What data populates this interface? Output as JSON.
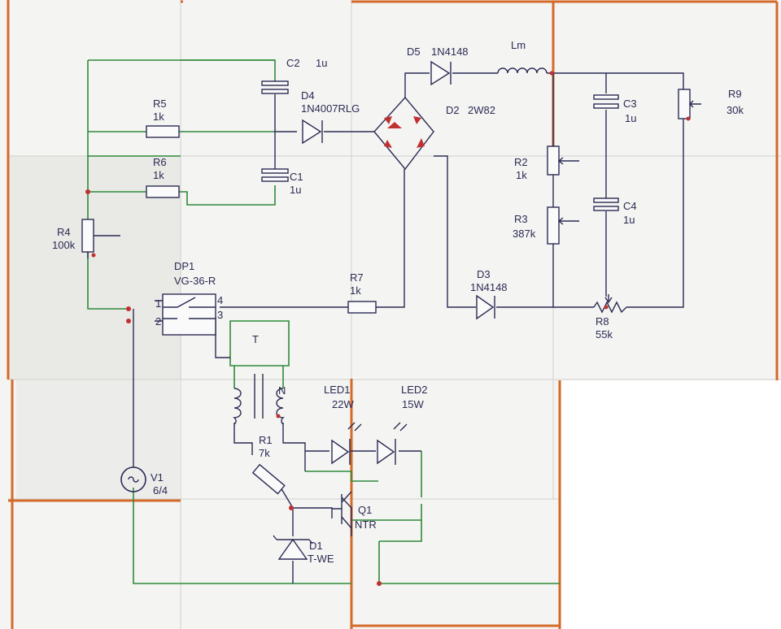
{
  "colors": {
    "frame": "#d46a2a",
    "wire_green": "#2f8a3a",
    "wire_dark": "#2b2b55",
    "diode_red": "#c03030"
  },
  "components": {
    "c2": {
      "name": "C2",
      "value": "1u"
    },
    "d5": {
      "name": "D5",
      "value": "1N4148"
    },
    "inductor": {
      "name": "Lm"
    },
    "r5": {
      "name": "R5",
      "value": "1k"
    },
    "d4": {
      "name": "D4",
      "value": "1N4007RLG"
    },
    "d2": {
      "name": "D2",
      "value": "2W82"
    },
    "c3": {
      "name": "C3",
      "value": "1u"
    },
    "r9": {
      "name": "R9",
      "value": "30k"
    },
    "r6": {
      "name": "R6",
      "value": "1k"
    },
    "c1": {
      "name": "C1",
      "value": "1u"
    },
    "r2": {
      "name": "R2",
      "value": "1k"
    },
    "c4": {
      "name": "C4",
      "value": "1u"
    },
    "r4": {
      "name": "R4",
      "value": "100k"
    },
    "r3": {
      "name": "R3",
      "value": "387k"
    },
    "dp1": {
      "name": "DP1",
      "value": "VG-36-R",
      "pins": [
        "1",
        "4",
        "2",
        "3"
      ]
    },
    "r7": {
      "name": "R7",
      "value": "1k"
    },
    "d3": {
      "name": "D3",
      "value": "1N4148"
    },
    "r8": {
      "name": "R8",
      "value": "55k"
    },
    "t": {
      "name": "T",
      "dot": "N"
    },
    "led1": {
      "name": "LED1",
      "value": "22W"
    },
    "led2": {
      "name": "LED2",
      "value": "15W"
    },
    "r1": {
      "name": "R1",
      "value": "7k"
    },
    "v1": {
      "name": "V1",
      "value": "6/4"
    },
    "q1": {
      "name": "Q1",
      "value": "NTR"
    },
    "d1": {
      "name": "D1",
      "value": "T-WE"
    }
  }
}
